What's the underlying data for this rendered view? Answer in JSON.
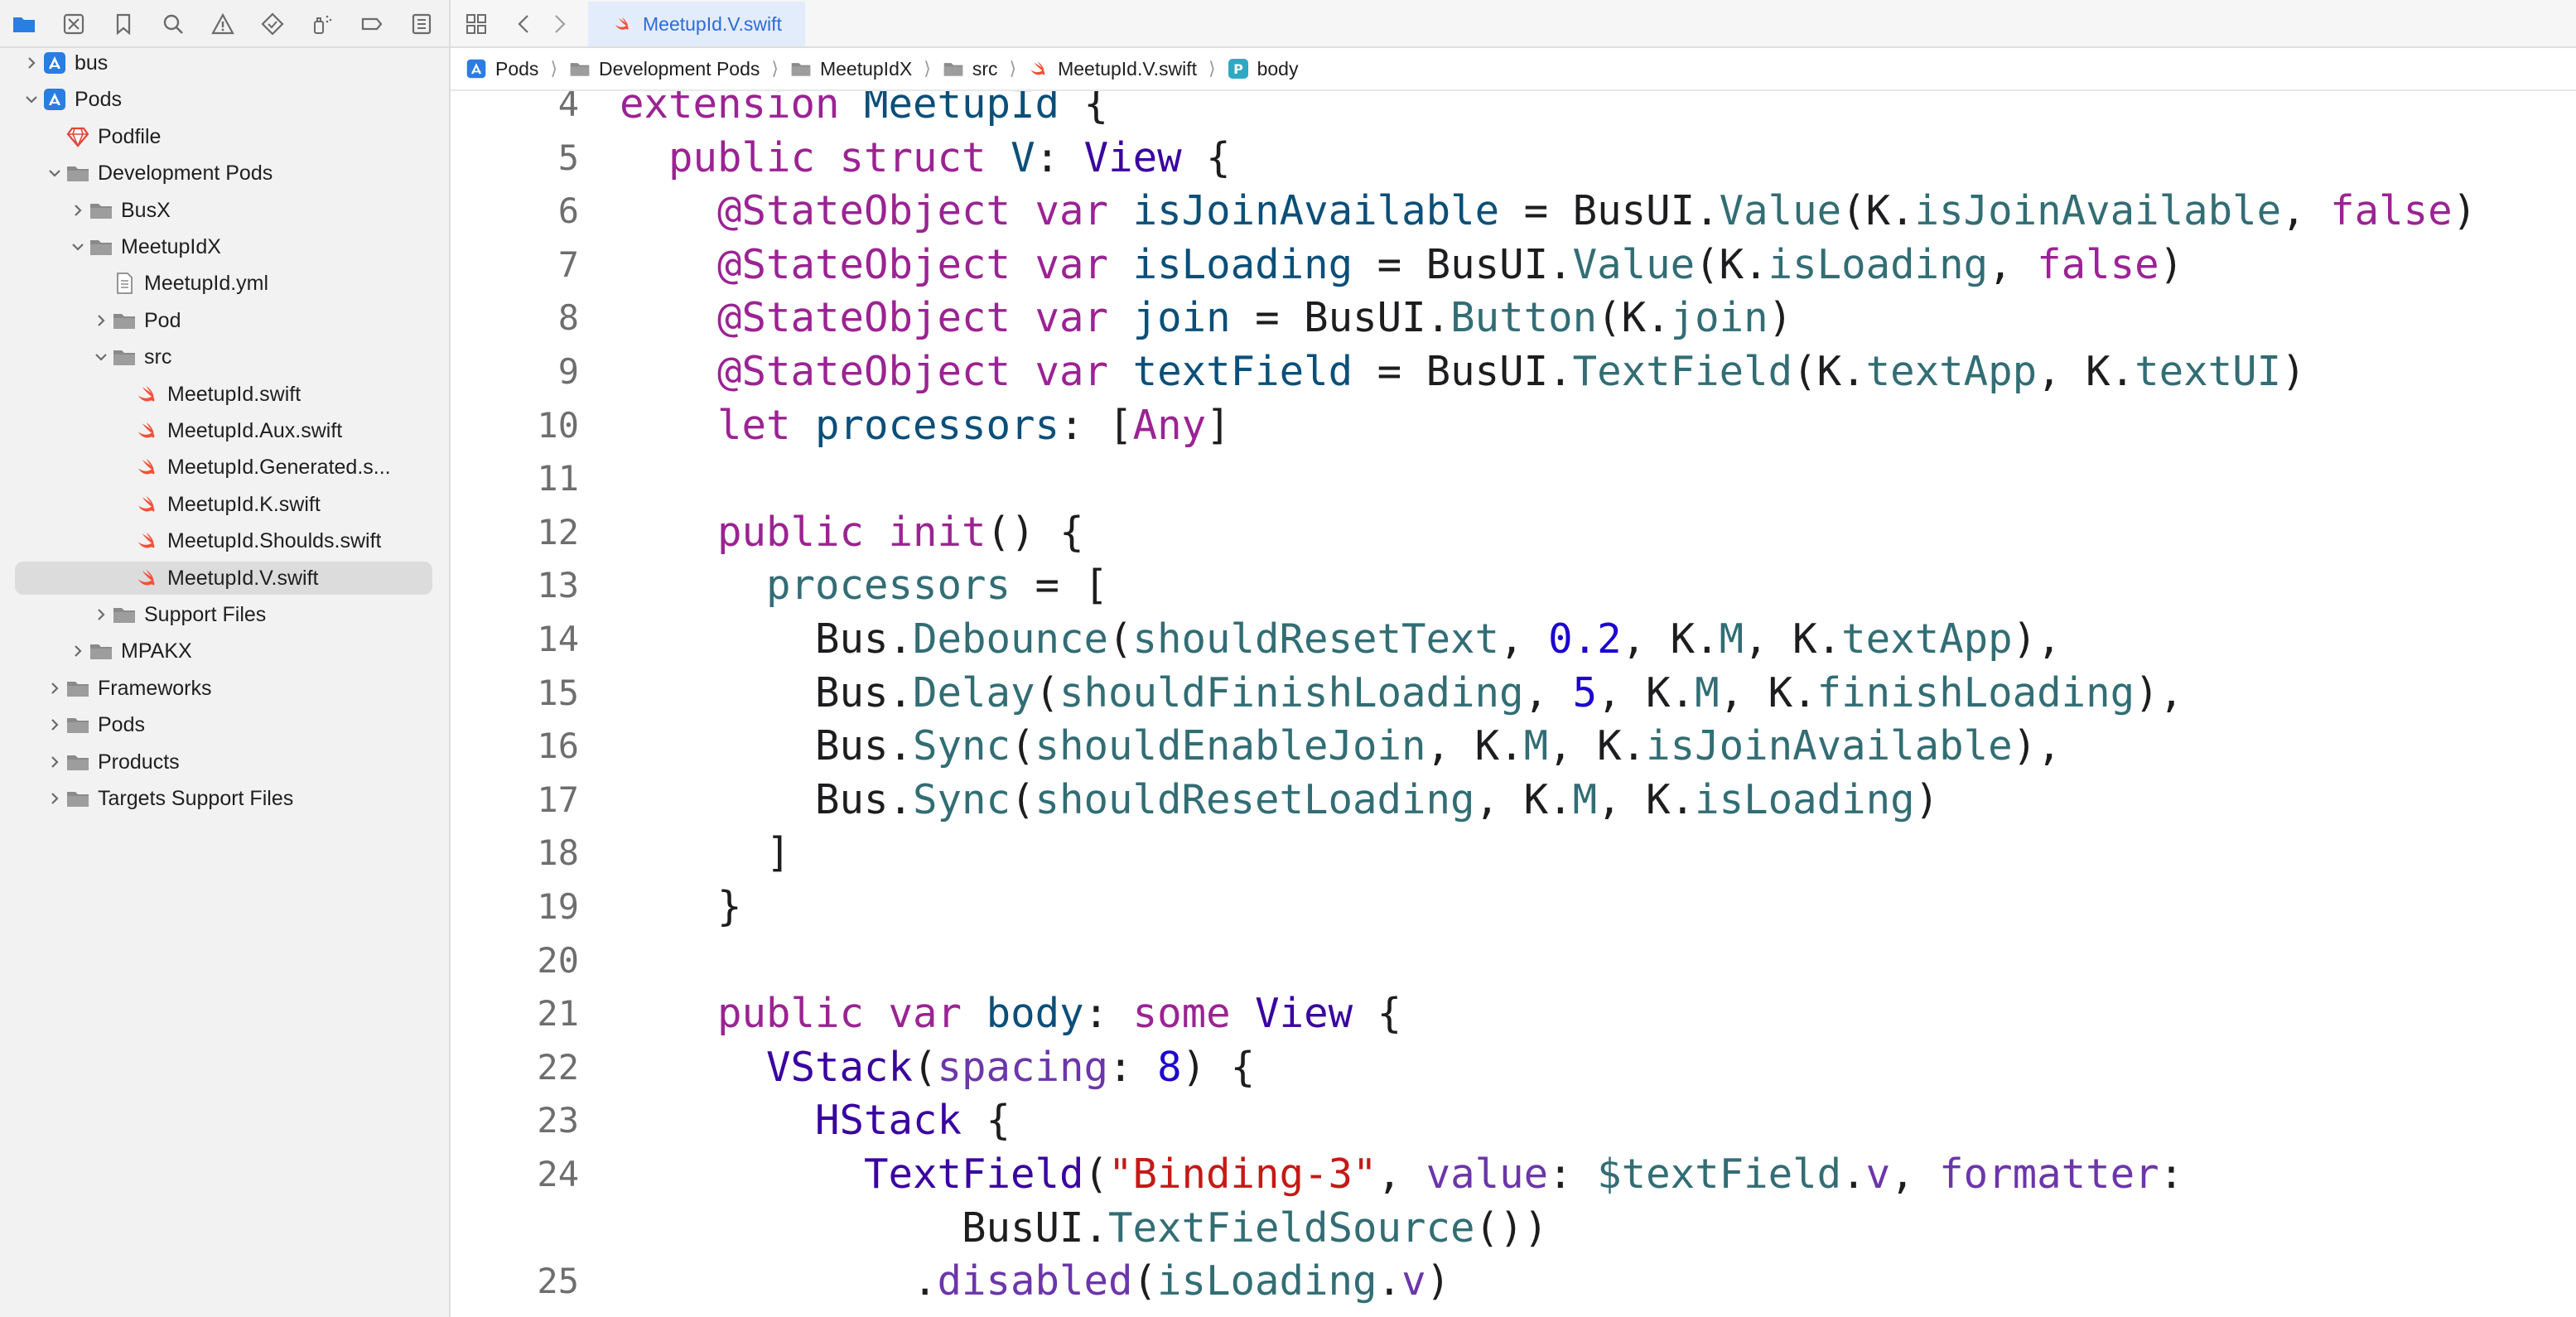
{
  "colors": {
    "accent": "#2f6bd8",
    "keyword": "#9b2393",
    "type": "#0b4f79",
    "type_decl": "#3900a0",
    "identifier": "#326d74",
    "property": "#6c36a9",
    "string": "#c41a16",
    "number": "#1c00cf",
    "folder": "#8a8a8a",
    "swift": "#f05138",
    "project": "#2a7de1"
  },
  "navigator_toolbar": [
    {
      "icon": "folder-icon",
      "active": true
    },
    {
      "icon": "source-control-icon"
    },
    {
      "icon": "bookmark-icon"
    },
    {
      "icon": "search-icon"
    },
    {
      "icon": "warning-icon"
    },
    {
      "icon": "test-diamond-icon"
    },
    {
      "icon": "debug-spray-icon"
    },
    {
      "icon": "breakpoint-icon"
    },
    {
      "icon": "report-icon"
    }
  ],
  "tree": [
    {
      "label": "bus",
      "depth": 0,
      "icon": "project-icon",
      "chevron": "right"
    },
    {
      "label": "Pods",
      "depth": 0,
      "icon": "project-icon",
      "chevron": "down"
    },
    {
      "label": "Podfile",
      "depth": 1,
      "icon": "ruby-icon",
      "chevron": null
    },
    {
      "label": "Development Pods",
      "depth": 1,
      "icon": "folder-icon",
      "chevron": "down"
    },
    {
      "label": "BusX",
      "depth": 2,
      "icon": "folder-icon",
      "chevron": "right"
    },
    {
      "label": "MeetupIdX",
      "depth": 2,
      "icon": "folder-icon",
      "chevron": "down"
    },
    {
      "label": "MeetupId.yml",
      "depth": 3,
      "icon": "document-icon",
      "chevron": null
    },
    {
      "label": "Pod",
      "depth": 3,
      "icon": "folder-icon",
      "chevron": "right"
    },
    {
      "label": "src",
      "depth": 3,
      "icon": "folder-icon",
      "chevron": "down"
    },
    {
      "label": "MeetupId.swift",
      "depth": 4,
      "icon": "swift-icon",
      "chevron": null
    },
    {
      "label": "MeetupId.Aux.swift",
      "depth": 4,
      "icon": "swift-icon",
      "chevron": null
    },
    {
      "label": "MeetupId.Generated.s...",
      "depth": 4,
      "icon": "swift-icon",
      "chevron": null
    },
    {
      "label": "MeetupId.K.swift",
      "depth": 4,
      "icon": "swift-icon",
      "chevron": null
    },
    {
      "label": "MeetupId.Shoulds.swift",
      "depth": 4,
      "icon": "swift-icon",
      "chevron": null
    },
    {
      "label": "MeetupId.V.swift",
      "depth": 4,
      "icon": "swift-icon",
      "chevron": null,
      "selected": true
    },
    {
      "label": "Support Files",
      "depth": 3,
      "icon": "folder-icon",
      "chevron": "right"
    },
    {
      "label": "MPAKX",
      "depth": 2,
      "icon": "folder-icon",
      "chevron": "right"
    },
    {
      "label": "Frameworks",
      "depth": 1,
      "icon": "folder-icon",
      "chevron": "right"
    },
    {
      "label": "Pods",
      "depth": 1,
      "icon": "folder-icon",
      "chevron": "right"
    },
    {
      "label": "Products",
      "depth": 1,
      "icon": "folder-icon",
      "chevron": "right"
    },
    {
      "label": "Targets Support Files",
      "depth": 1,
      "icon": "folder-icon",
      "chevron": "right"
    }
  ],
  "editor": {
    "active_tab": "MeetupId.V.swift",
    "breadcrumb": [
      {
        "label": "Pods",
        "icon": "project-icon"
      },
      {
        "label": "Development Pods",
        "icon": "folder-icon"
      },
      {
        "label": "MeetupIdX",
        "icon": "folder-icon"
      },
      {
        "label": "src",
        "icon": "folder-icon"
      },
      {
        "label": "MeetupId.V.swift",
        "icon": "swift-icon"
      },
      {
        "label": "body",
        "icon": "property-icon",
        "badge": "P"
      }
    ],
    "lines": [
      {
        "n": "4",
        "tokens": [
          [
            "kw",
            "extension"
          ],
          [
            "p",
            " "
          ],
          [
            "ty",
            "MeetupId"
          ],
          [
            "p",
            " {"
          ]
        ]
      },
      {
        "n": "5",
        "tokens": [
          [
            "p",
            "  "
          ],
          [
            "kw",
            "public"
          ],
          [
            "p",
            " "
          ],
          [
            "kw",
            "struct"
          ],
          [
            "p",
            " "
          ],
          [
            "ty",
            "V"
          ],
          [
            "p",
            ": "
          ],
          [
            "tp",
            "View"
          ],
          [
            "p",
            " {"
          ]
        ]
      },
      {
        "n": "6",
        "tokens": [
          [
            "p",
            "    "
          ],
          [
            "kw",
            "@StateObject"
          ],
          [
            "p",
            " "
          ],
          [
            "kw",
            "var"
          ],
          [
            "p",
            " "
          ],
          [
            "ty",
            "isJoinAvailable"
          ],
          [
            "p",
            " = BusUI."
          ],
          [
            "id",
            "Value"
          ],
          [
            "p",
            "(K."
          ],
          [
            "id",
            "isJoinAvailable"
          ],
          [
            "p",
            ", "
          ],
          [
            "kw",
            "false"
          ],
          [
            "p",
            ")"
          ]
        ]
      },
      {
        "n": "7",
        "tokens": [
          [
            "p",
            "    "
          ],
          [
            "kw",
            "@StateObject"
          ],
          [
            "p",
            " "
          ],
          [
            "kw",
            "var"
          ],
          [
            "p",
            " "
          ],
          [
            "ty",
            "isLoading"
          ],
          [
            "p",
            " = BusUI."
          ],
          [
            "id",
            "Value"
          ],
          [
            "p",
            "(K."
          ],
          [
            "id",
            "isLoading"
          ],
          [
            "p",
            ", "
          ],
          [
            "kw",
            "false"
          ],
          [
            "p",
            ")"
          ]
        ]
      },
      {
        "n": "8",
        "tokens": [
          [
            "p",
            "    "
          ],
          [
            "kw",
            "@StateObject"
          ],
          [
            "p",
            " "
          ],
          [
            "kw",
            "var"
          ],
          [
            "p",
            " "
          ],
          [
            "ty",
            "join"
          ],
          [
            "p",
            " = BusUI."
          ],
          [
            "id",
            "Button"
          ],
          [
            "p",
            "(K."
          ],
          [
            "id",
            "join"
          ],
          [
            "p",
            ")"
          ]
        ]
      },
      {
        "n": "9",
        "tokens": [
          [
            "p",
            "    "
          ],
          [
            "kw",
            "@StateObject"
          ],
          [
            "p",
            " "
          ],
          [
            "kw",
            "var"
          ],
          [
            "p",
            " "
          ],
          [
            "ty",
            "textField"
          ],
          [
            "p",
            " = BusUI."
          ],
          [
            "id",
            "TextField"
          ],
          [
            "p",
            "(K."
          ],
          [
            "id",
            "textApp"
          ],
          [
            "p",
            ", K."
          ],
          [
            "id",
            "textUI"
          ],
          [
            "p",
            ")"
          ]
        ]
      },
      {
        "n": "10",
        "tokens": [
          [
            "p",
            "    "
          ],
          [
            "kw",
            "let"
          ],
          [
            "p",
            " "
          ],
          [
            "ty",
            "processors"
          ],
          [
            "p",
            ": ["
          ],
          [
            "kw",
            "Any"
          ],
          [
            "p",
            "]"
          ]
        ]
      },
      {
        "n": "11",
        "tokens": []
      },
      {
        "n": "12",
        "tokens": [
          [
            "p",
            "    "
          ],
          [
            "kw",
            "public"
          ],
          [
            "p",
            " "
          ],
          [
            "kw",
            "init"
          ],
          [
            "p",
            "() {"
          ]
        ]
      },
      {
        "n": "13",
        "tokens": [
          [
            "p",
            "      "
          ],
          [
            "id",
            "processors"
          ],
          [
            "p",
            " = ["
          ]
        ]
      },
      {
        "n": "14",
        "tokens": [
          [
            "p",
            "        Bus."
          ],
          [
            "id",
            "Debounce"
          ],
          [
            "p",
            "("
          ],
          [
            "id",
            "shouldResetText"
          ],
          [
            "p",
            ", "
          ],
          [
            "nm",
            "0.2"
          ],
          [
            "p",
            ", K."
          ],
          [
            "id",
            "M"
          ],
          [
            "p",
            ", K."
          ],
          [
            "id",
            "textApp"
          ],
          [
            "p",
            "),"
          ]
        ]
      },
      {
        "n": "15",
        "tokens": [
          [
            "p",
            "        Bus."
          ],
          [
            "id",
            "Delay"
          ],
          [
            "p",
            "("
          ],
          [
            "id",
            "shouldFinishLoading"
          ],
          [
            "p",
            ", "
          ],
          [
            "nm",
            "5"
          ],
          [
            "p",
            ", K."
          ],
          [
            "id",
            "M"
          ],
          [
            "p",
            ", K."
          ],
          [
            "id",
            "finishLoading"
          ],
          [
            "p",
            "),"
          ]
        ]
      },
      {
        "n": "16",
        "tokens": [
          [
            "p",
            "        Bus."
          ],
          [
            "id",
            "Sync"
          ],
          [
            "p",
            "("
          ],
          [
            "id",
            "shouldEnableJoin"
          ],
          [
            "p",
            ", K."
          ],
          [
            "id",
            "M"
          ],
          [
            "p",
            ", K."
          ],
          [
            "id",
            "isJoinAvailable"
          ],
          [
            "p",
            "),"
          ]
        ]
      },
      {
        "n": "17",
        "tokens": [
          [
            "p",
            "        Bus."
          ],
          [
            "id",
            "Sync"
          ],
          [
            "p",
            "("
          ],
          [
            "id",
            "shouldResetLoading"
          ],
          [
            "p",
            ", K."
          ],
          [
            "id",
            "M"
          ],
          [
            "p",
            ", K."
          ],
          [
            "id",
            "isLoading"
          ],
          [
            "p",
            ")"
          ]
        ]
      },
      {
        "n": "18",
        "tokens": [
          [
            "p",
            "      ]"
          ]
        ]
      },
      {
        "n": "19",
        "tokens": [
          [
            "p",
            "    }"
          ]
        ]
      },
      {
        "n": "20",
        "tokens": []
      },
      {
        "n": "21",
        "tokens": [
          [
            "p",
            "    "
          ],
          [
            "kw",
            "public"
          ],
          [
            "p",
            " "
          ],
          [
            "kw",
            "var"
          ],
          [
            "p",
            " "
          ],
          [
            "ty",
            "body"
          ],
          [
            "p",
            ": "
          ],
          [
            "kw",
            "some"
          ],
          [
            "p",
            " "
          ],
          [
            "tp",
            "View"
          ],
          [
            "p",
            " {"
          ]
        ]
      },
      {
        "n": "22",
        "tokens": [
          [
            "p",
            "      "
          ],
          [
            "tp",
            "VStack"
          ],
          [
            "p",
            "("
          ],
          [
            "pr",
            "spacing"
          ],
          [
            "p",
            ": "
          ],
          [
            "nm",
            "8"
          ],
          [
            "p",
            ") {"
          ]
        ]
      },
      {
        "n": "23",
        "tokens": [
          [
            "p",
            "        "
          ],
          [
            "tp",
            "HStack"
          ],
          [
            "p",
            " {"
          ]
        ]
      },
      {
        "n": "24",
        "tokens": [
          [
            "p",
            "          "
          ],
          [
            "tp",
            "TextField"
          ],
          [
            "p",
            "("
          ],
          [
            "st",
            "\"Binding-3\""
          ],
          [
            "p",
            ", "
          ],
          [
            "pr",
            "value"
          ],
          [
            "p",
            ": "
          ],
          [
            "id",
            "$textField"
          ],
          [
            "p",
            "."
          ],
          [
            "pr",
            "v"
          ],
          [
            "p",
            ", "
          ],
          [
            "pr",
            "formatter"
          ],
          [
            "p",
            ":"
          ]
        ]
      },
      {
        "n": "",
        "tokens": [
          [
            "p",
            "              BusUI."
          ],
          [
            "id",
            "TextFieldSource"
          ],
          [
            "p",
            "())"
          ]
        ]
      },
      {
        "n": "25",
        "tokens": [
          [
            "p",
            "            ."
          ],
          [
            "pr",
            "disabled"
          ],
          [
            "p",
            "("
          ],
          [
            "id",
            "isLoading"
          ],
          [
            "p",
            "."
          ],
          [
            "pr",
            "v"
          ],
          [
            "p",
            ")"
          ]
        ]
      }
    ]
  }
}
